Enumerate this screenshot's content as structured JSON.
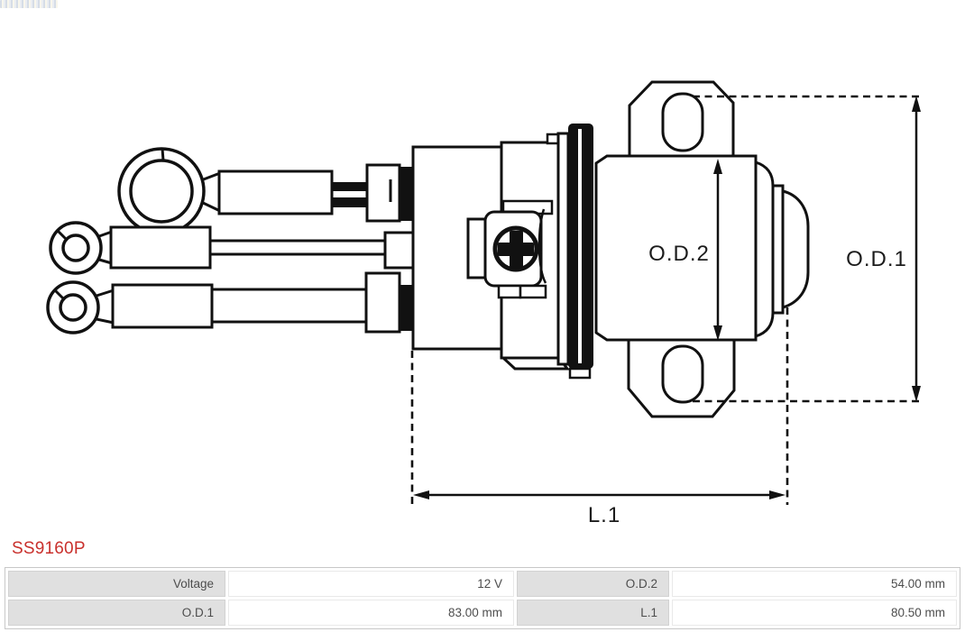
{
  "page": {
    "background": "#ffffff",
    "artifact_icon": "tiny-logo-smudge"
  },
  "part": {
    "number": "SS9160P",
    "number_color": "#c9302c"
  },
  "diagram": {
    "type": "technical-drawing",
    "subject": "starter-solenoid-side-view",
    "line_color": "#111111",
    "labels": {
      "od2": "O.D.2",
      "od1": "O.D.1",
      "l1": "L.1"
    }
  },
  "spec_table": {
    "label_bg": "#e0e0e0",
    "rows": [
      [
        {
          "label": "Voltage",
          "value": "12 V"
        },
        {
          "label": "O.D.2",
          "value": "54.00 mm"
        }
      ],
      [
        {
          "label": "O.D.1",
          "value": "83.00 mm"
        },
        {
          "label": "L.1",
          "value": "80.50 mm"
        }
      ]
    ]
  }
}
